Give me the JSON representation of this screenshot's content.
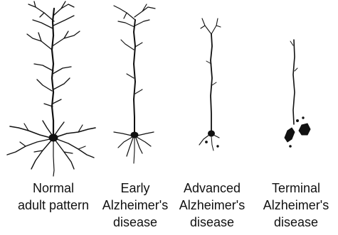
{
  "captions": [
    {
      "lines": [
        "Normal",
        "adult pattern"
      ]
    },
    {
      "lines": [
        "Early",
        "Alzheimer's",
        "disease"
      ]
    },
    {
      "lines": [
        "Advanced",
        "Alzheimer's",
        "disease"
      ]
    },
    {
      "lines": [
        "Terminal",
        "Alzheimer's",
        "disease"
      ]
    }
  ],
  "colors": {
    "ink": "#111111",
    "background": "#ffffff"
  }
}
